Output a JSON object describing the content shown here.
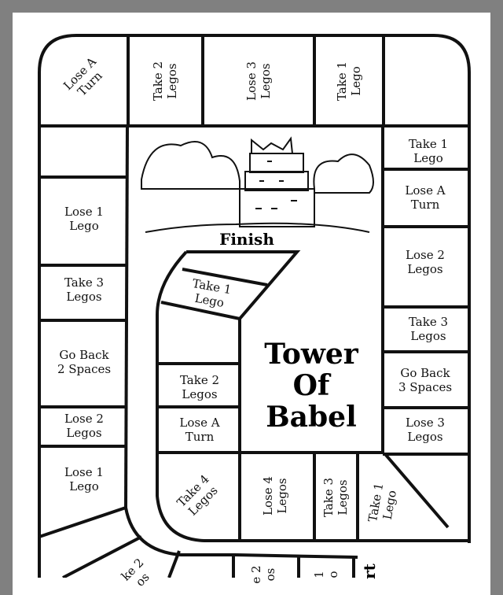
{
  "board": {
    "title": "Tower\nOf\nBabel",
    "finish_label": "Finish",
    "start_label": "rt",
    "image": "tower-of-babel-illustration",
    "top_row": [
      "Lose A\nTurn",
      "Take 2\nLegos",
      "Lose 3\nLegos",
      "Take 1\nLego",
      ""
    ],
    "left_column": [
      "",
      "Lose 1\nLego",
      "Take 3\nLegos",
      "Go Back\n2 Spaces",
      "Lose 2\nLegos",
      "Lose 1\nLego"
    ],
    "right_column": [
      "Take 1\nLego",
      "Lose A\nTurn",
      "Lose 2\nLegos",
      "Take 3\nLegos",
      "Go Back\n3 Spaces",
      "Lose 3\nLegos"
    ],
    "inner_track": [
      "Take 1\nLego",
      "",
      "Take 2\nLegos",
      "Lose A\nTurn"
    ],
    "inner_bottom": [
      "Take 4\nLegos",
      "Lose 4\nLegos",
      "Take 3\nLegos",
      "Take 1\nLego"
    ],
    "bottom_partial": [
      "ke 2\nos",
      "e 2\nos",
      "1\no"
    ]
  }
}
